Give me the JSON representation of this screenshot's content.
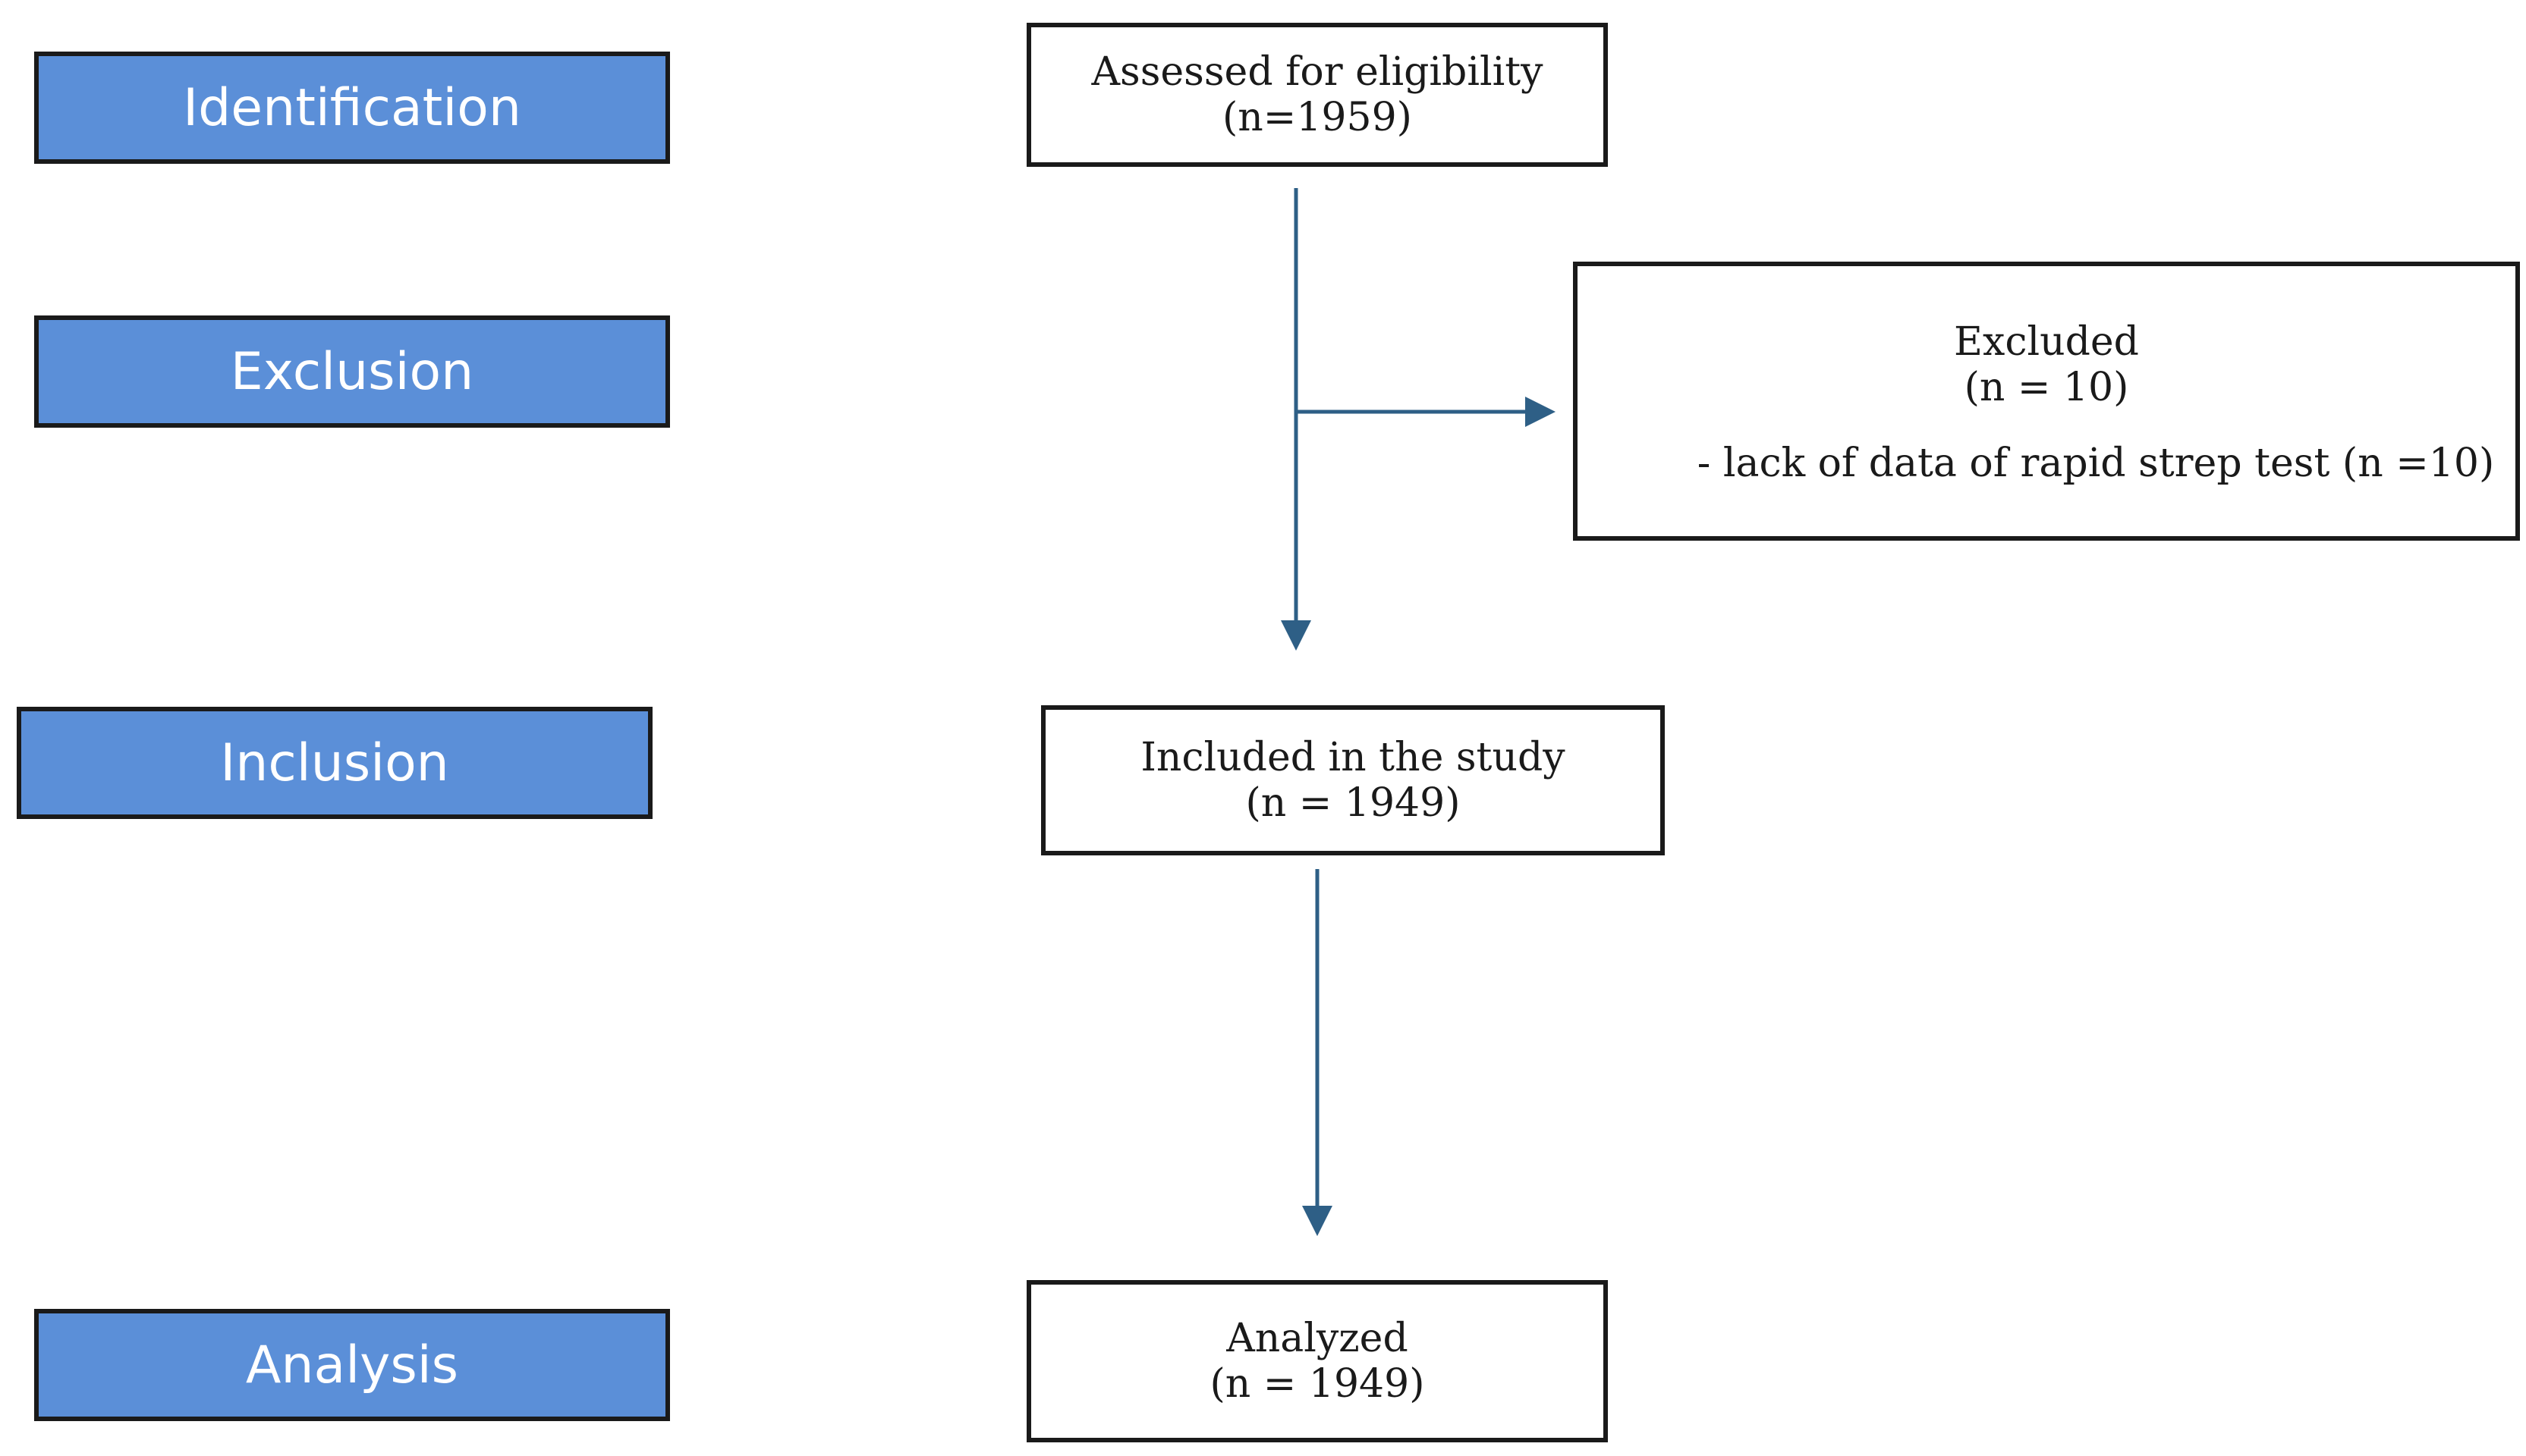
{
  "stages": {
    "identification": "Identification",
    "exclusion": "Exclusion",
    "inclusion": "Inclusion",
    "analysis": "Analysis"
  },
  "boxes": {
    "assessed": {
      "title": "Assessed for eligibility",
      "count": "(n=1959)"
    },
    "excluded": {
      "title": "Excluded",
      "count": "(n = 10)",
      "reason": "- lack of data of rapid strep test (n =10)"
    },
    "included": {
      "title": "Included in the study",
      "count": "(n = 1949)"
    },
    "analyzed": {
      "title": "Analyzed",
      "count": "(n = 1949)"
    }
  },
  "colors": {
    "stage_fill": "#5b8fd8",
    "stage_text": "#ffffff",
    "border": "#1a1a1a",
    "arrow": "#2e5f86"
  }
}
